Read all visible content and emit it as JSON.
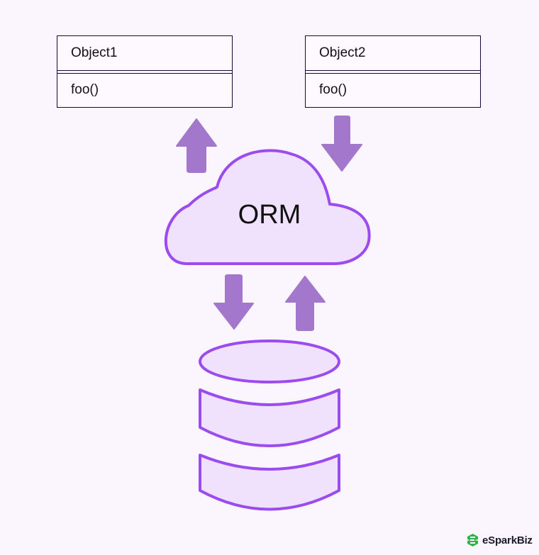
{
  "diagram": {
    "classes": [
      {
        "name": "Object1",
        "method": "foo()"
      },
      {
        "name": "Object2",
        "method": "foo()"
      }
    ],
    "orm": {
      "label": "ORM"
    },
    "arrows": [
      {
        "from": "ORM",
        "to": "Object1",
        "direction": "up"
      },
      {
        "from": "Object2",
        "to": "ORM",
        "direction": "down"
      },
      {
        "from": "ORM",
        "to": "Database",
        "direction": "down"
      },
      {
        "from": "Database",
        "to": "ORM",
        "direction": "up"
      }
    ],
    "database": {
      "icon": "database-cylinder-icon"
    }
  },
  "colors": {
    "background": "#fbf6fe",
    "arrow": "#a277cc",
    "shape_stroke": "#9b4bf0",
    "shape_fill": "#f0e2fd",
    "class_border": "#110a3b",
    "logo_green": "#2db34a"
  },
  "brand": {
    "name": "eSparkBiz"
  }
}
